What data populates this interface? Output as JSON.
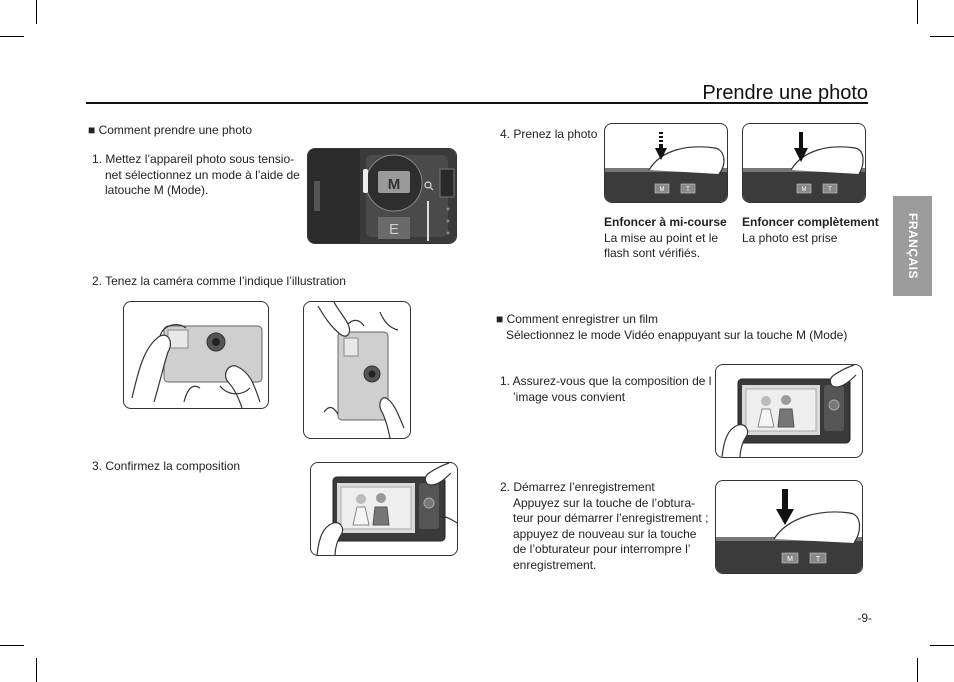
{
  "page": {
    "title": "Prendre une photo",
    "language_tab": "FRANÇAIS",
    "page_number": "-9-"
  },
  "photo_section": {
    "heading": "■ Comment prendre une photo",
    "step1": [
      "1. Mettez l’appareil photo sous tensio-",
      "net sélectionnez un mode à l’aide de",
      "latouche M (Mode)."
    ],
    "step1_mode_letter": "M",
    "step1_easy_letter": "E",
    "step2": "2. Tenez la caméra comme l’indique l’illustration",
    "step3": "3. Confirmez la composition",
    "step4": "4. Prenez la photo"
  },
  "shutter": {
    "half": {
      "title": "Enfoncer à mi-course",
      "lines": [
        "La mise au point et le",
        "flash sont vérifiés."
      ]
    },
    "full": {
      "title": "Enfoncer complètement",
      "lines": [
        "La photo est prise"
      ]
    },
    "button_m": "M",
    "button_t": "T"
  },
  "movie_section": {
    "heading": "■ Comment enregistrer un film",
    "subheading": "Sélectionnez le mode Vidéo enappuyant sur la touche M (Mode)",
    "step1": [
      "1. Assurez-vous que la composition de l",
      "’image vous convient"
    ],
    "step2": [
      "2. Démarrez l’enregistrement",
      "Appuyez sur la touche de l’obtura-",
      "teur pour démarrer l’enregistrement ;",
      "appuyez de nouveau sur la touche",
      "de l’obturateur pour interrompre l’",
      "enregistrement."
    ]
  }
}
